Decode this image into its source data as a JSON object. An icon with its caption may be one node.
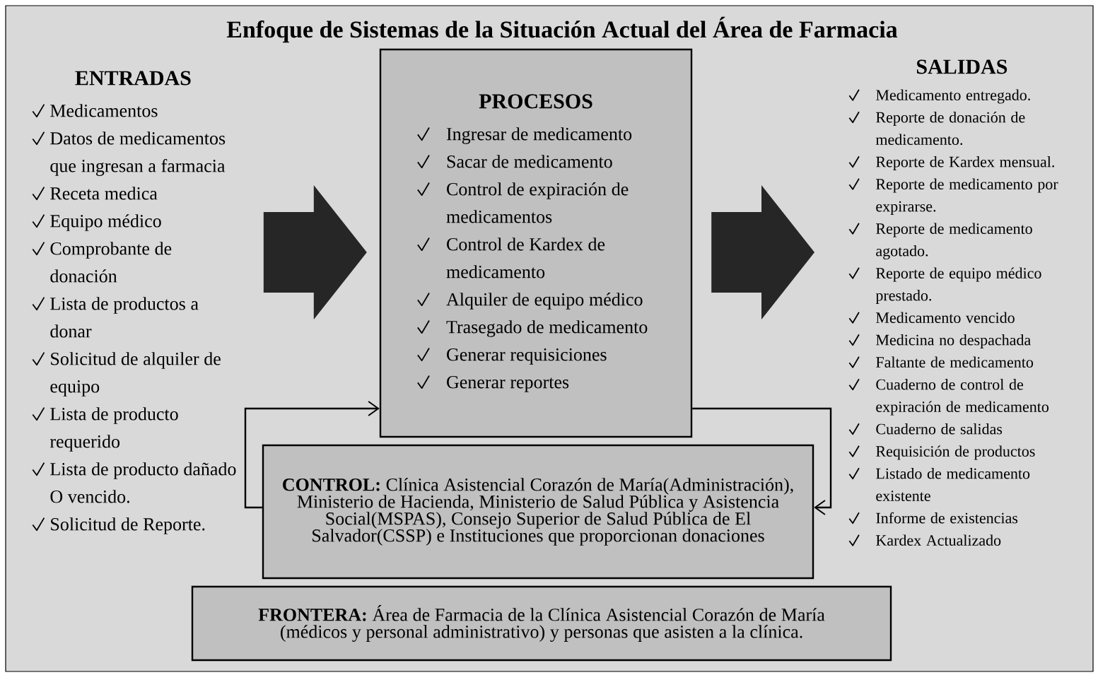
{
  "diagram": {
    "title": "Enfoque de Sistemas de la Situación Actual del Área de Farmacia",
    "nodes": [
      {
        "text": [
          "ENTRADAS",
          "Medicamentos",
          "Datos de medicamentos que ingresan a farmacia",
          "Receta medica",
          "Equipo médico",
          "Comprobante de donación",
          "Lista de productos a donar",
          "Solicitud de alquiler de equipo",
          "Lista de producto requerido",
          "Lista de producto dañado O vencido.",
          "Solicitud de Reporte."
        ]
      },
      {
        "text": [
          "PROCESOS",
          "Ingresar de medicamento",
          "Sacar de medicamento",
          "Control de expiración de medicamentos",
          "Control de Kardex de medicamento",
          "Alquiler de equipo médico",
          "Trasegado de medicamento",
          "Generar requisiciones",
          "Generar reportes"
        ]
      },
      {
        "text": [
          "SALIDAS",
          "Medicamento entregado.",
          "Reporte de donación de medicamento.",
          "Reporte de Kardex mensual.",
          "Reporte de medicamento  por expirarse.",
          "Reporte de medicamento agotado.",
          "Reporte de equipo médico prestado.",
          "Medicamento vencido",
          "Medicina no despachada",
          "Faltante de medicamento",
          "Cuaderno de control de expiración de medicamento",
          "Cuaderno de salidas",
          "Requisición de productos",
          "Listado de medicamento existente",
          "Informe de existencias",
          "Kardex Actualizado"
        ]
      },
      {
        "text": [
          "**CONTROL:** Clínica Asistencial Corazón de María(Administración), Ministerio de Hacienda, Ministerio de Salud Pública y Asistencia Social(MSPAS), Consejo Superior de Salud Pública de El Salvador(CSSP) e Instituciones que proporcionan donaciones"
        ]
      },
      {
        "text": [
          "**FRONTERA:** Área de Farmacia de la Clínica Asistencial Corazón de María (médicos y personal administrativo) y personas que asisten a la clínica."
        ]
      }
    ],
    "edges": [
      {
        "from": 0,
        "to": 1,
        "arrow": "to",
        "style": "thick"
      },
      {
        "from": 1,
        "to": 2,
        "arrow": "to",
        "style": "thick"
      },
      {
        "from": 1,
        "to": 3,
        "arrow": "to"
      },
      {
        "from": 3,
        "to": 1,
        "arrow": "to"
      }
    ]
  }
}
